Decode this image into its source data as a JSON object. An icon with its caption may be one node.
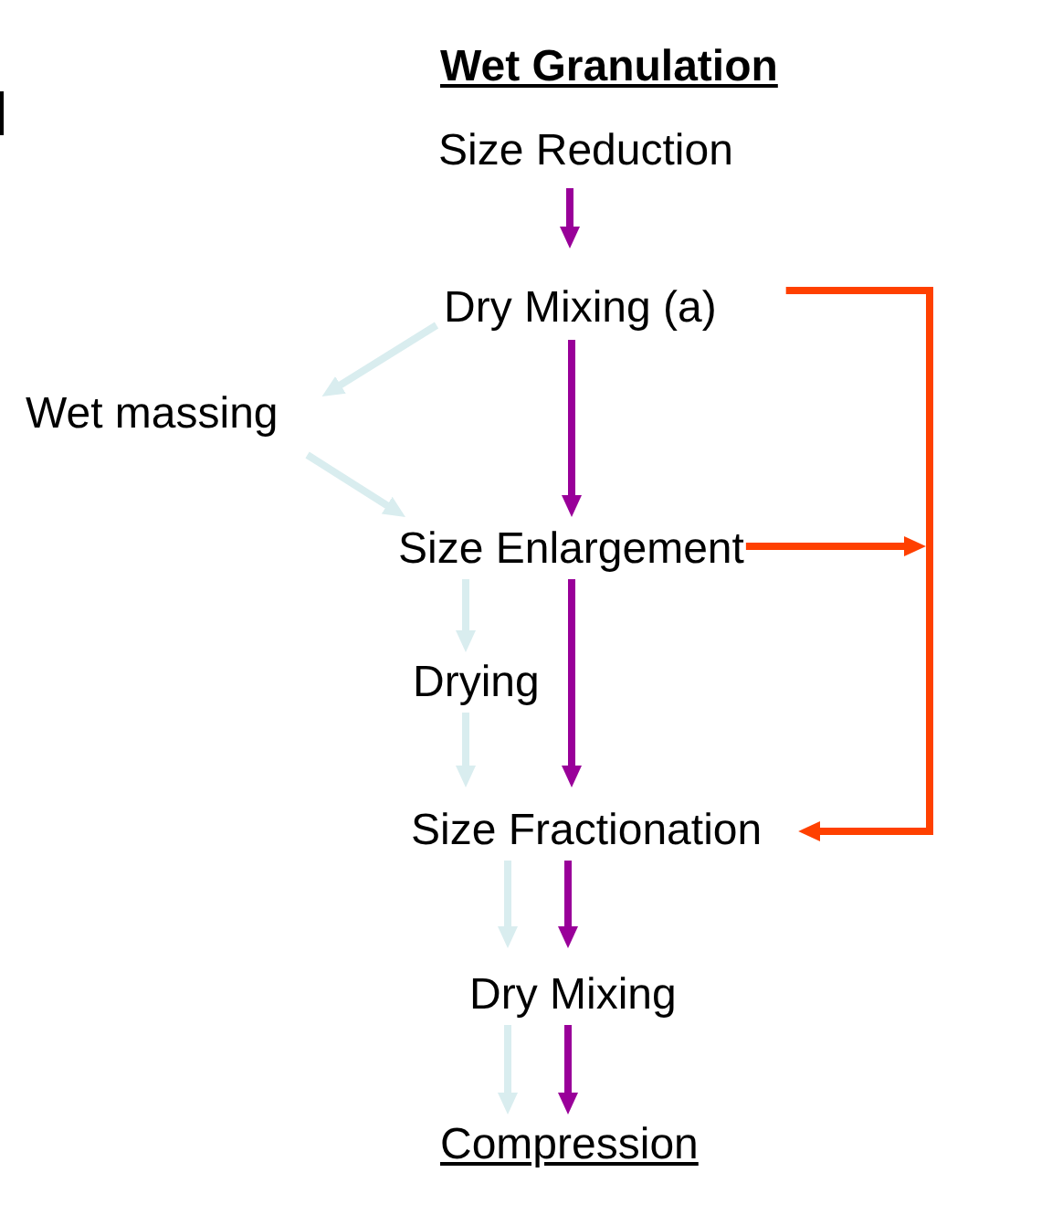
{
  "diagram": {
    "title": "Wet Granulation",
    "nodes": [
      {
        "text": [
          "Size Reduction"
        ]
      },
      {
        "text": [
          "Dry Mixing (a)"
        ]
      },
      {
        "text": [
          "Wet massing"
        ]
      },
      {
        "text": [
          "Size Enlargement"
        ]
      },
      {
        "text": [
          "Drying"
        ]
      },
      {
        "text": [
          "Size Fractionation"
        ]
      },
      {
        "text": [
          "Dry Mixing"
        ]
      },
      {
        "text": [
          "Compression"
        ]
      }
    ],
    "edges": [
      {
        "from": 0,
        "to": 1,
        "arrow": "to",
        "color": "#990099"
      },
      {
        "from": 1,
        "to": 2,
        "arrow": "to"
      },
      {
        "from": 1,
        "to": 3,
        "arrow": "to",
        "color": "#990099"
      },
      {
        "from": 1,
        "to": 5,
        "arrow": "to",
        "color": "#ff4000"
      },
      {
        "from": 2,
        "to": 3,
        "arrow": "to"
      },
      {
        "from": 3,
        "to": 4,
        "arrow": "to"
      },
      {
        "from": 3,
        "to": 5,
        "arrow": "to",
        "color": "#990099"
      },
      {
        "from": 3,
        "to": null,
        "arrow": "to",
        "color": "#ff4000"
      },
      {
        "from": 4,
        "to": 5,
        "arrow": "to"
      },
      {
        "from": 5,
        "to": 6,
        "arrow": "to"
      },
      {
        "from": 5,
        "to": 6,
        "arrow": "to",
        "color": "#990099"
      },
      {
        "from": 6,
        "to": 7,
        "arrow": "to"
      },
      {
        "from": 6,
        "to": 7,
        "arrow": "to",
        "color": "#990099"
      }
    ]
  }
}
